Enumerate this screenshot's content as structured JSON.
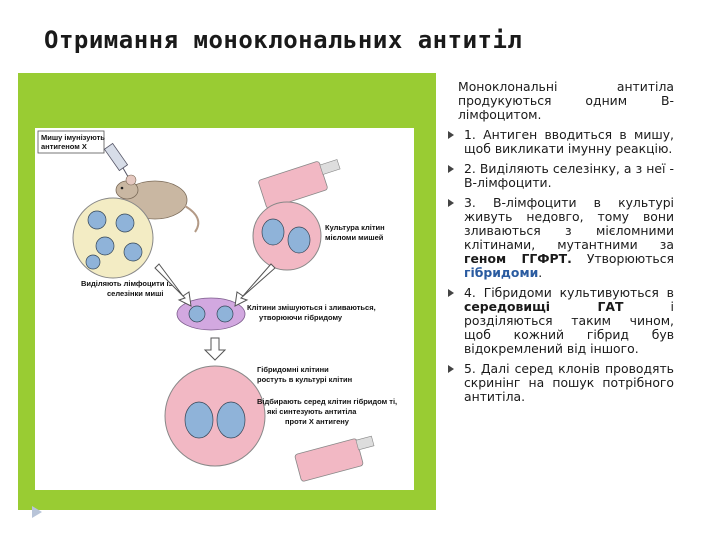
{
  "slide": {
    "title": "Отримання моноклональних антитіл"
  },
  "figure": {
    "labels": {
      "immunize_1": "Мишу імунізують",
      "immunize_2": "антигеном X",
      "culture_1": "Культура клітин",
      "culture_2": "мієломи мишей",
      "isolate_1": "Виділяють лімфоцити із",
      "isolate_2": "селезінки миші",
      "mix_1": "Клітини змішуються і зливаються,",
      "mix_2": "утворюючи гібридому",
      "hybrid_1": "Гібридомні клітини",
      "hybrid_2": "ростуть в культурі клітин",
      "select_1": "Відбирають серед клітин гібридом ті,",
      "select_2": "які синтезують антитіла",
      "select_3": "проти X антигену"
    }
  },
  "bullets": {
    "intro": "Моноклональні антитіла продукуються одним В-лімфоцитом.",
    "b1": "1. Антиген вводиться в мишу, щоб викликати імунну реакцію.",
    "b2": "2. Виділяють селезінку, а з неї - В-лімфоцити.",
    "b3_text": "3. В-лімфоцити в культурі живуть недовго, тому вони зливаються з мієломними клітинами, мутантними за",
    "b3_bold": "геном ГГФРТ.",
    "b3_tail": "Утворюються",
    "b3_accent": "гібридоми",
    "b3_end": ".",
    "b4_text": "4. Гібридоми культивуються в",
    "b4_bold": "середовищі ГАТ",
    "b4_tail": "і розділяються таким чином, щоб кожний гібрид був відокремлений від іншого.",
    "b5": "5. Далі серед клонів проводять скринінг на пошук потрібного антитіла."
  },
  "colors": {
    "panel_green": "#99cc33",
    "dish_pink": "#f2b8c4",
    "nucleus_blue": "#8fb3d9",
    "plate_yellow": "#f3ecc4"
  }
}
